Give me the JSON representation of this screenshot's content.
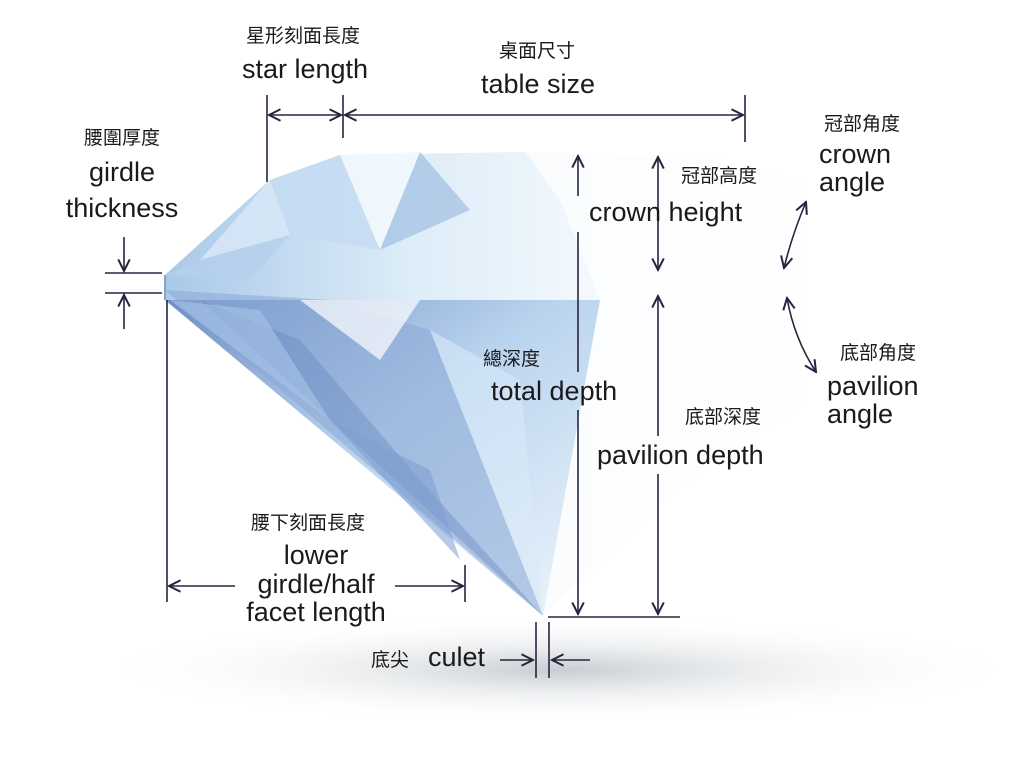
{
  "labels": {
    "star_length": {
      "zh": "星形刻面長度",
      "en": "star length"
    },
    "table_size": {
      "zh": "桌面尺寸",
      "en": "table size"
    },
    "girdle_thickness": {
      "zh": "腰圍厚度",
      "en1": "girdle",
      "en2": "thickness"
    },
    "crown_angle": {
      "zh": "冠部角度",
      "en1": "crown",
      "en2": "angle"
    },
    "crown_height": {
      "zh": "冠部高度",
      "en": "crown height"
    },
    "total_depth": {
      "zh": "總深度",
      "en": "total depth"
    },
    "pavilion_depth": {
      "zh": "底部深度",
      "en": "pavilion depth"
    },
    "pavilion_angle": {
      "zh": "底部角度",
      "en1": "pavilion",
      "en2": "angle"
    },
    "lower_girdle": {
      "zh": "腰下刻面長度",
      "en1": "lower",
      "en2": "girdle/half",
      "en3": "facet length"
    },
    "culet": {
      "zh": "底尖",
      "en": "culet"
    }
  },
  "colors": {
    "ink": "#1a1a1a",
    "line": "#2b2340",
    "diamond_dark": "#6f8fc4",
    "diamond_light": "#e6f2fb"
  }
}
